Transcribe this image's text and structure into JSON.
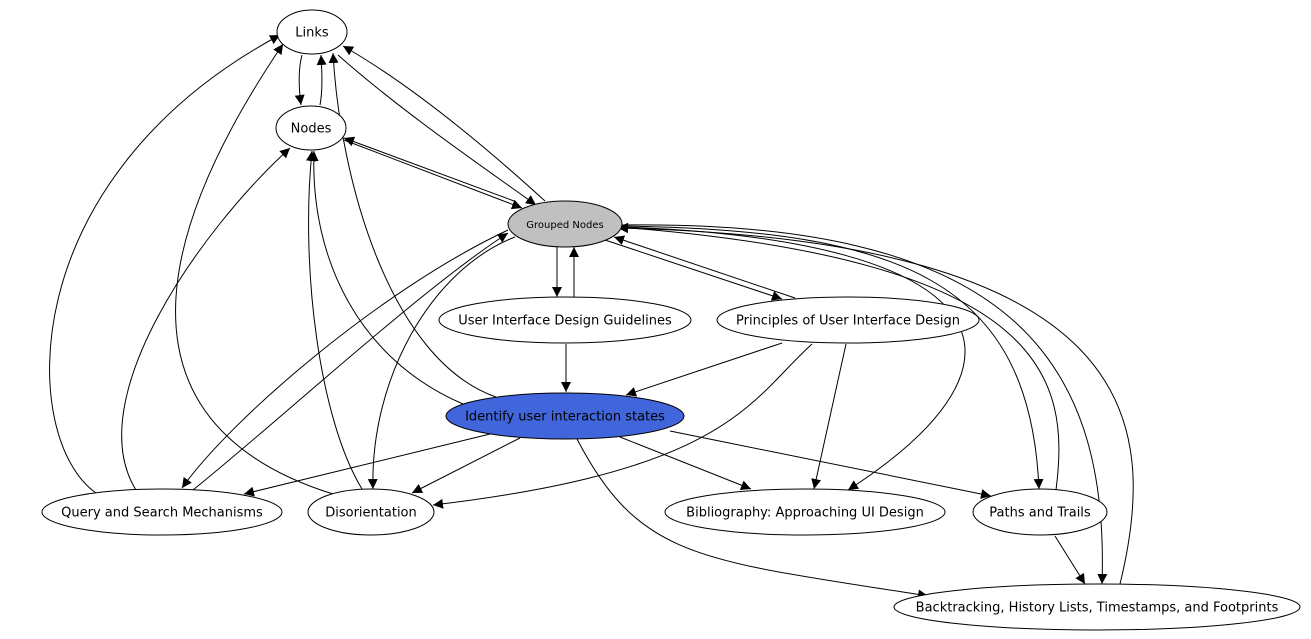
{
  "diagram": {
    "nodes": [
      {
        "id": "links",
        "label": "Links",
        "fill": "#ffffff",
        "font_size": 13
      },
      {
        "id": "nodes",
        "label": "Nodes",
        "fill": "#ffffff",
        "font_size": 13
      },
      {
        "id": "grouped",
        "label": "Grouped Nodes",
        "fill": "#c0c0c0",
        "font_size": 10
      },
      {
        "id": "uidg",
        "label": "User Interface Design Guidelines",
        "fill": "#ffffff",
        "font_size": 13
      },
      {
        "id": "puid",
        "label": "Principles of User Interface Design",
        "fill": "#ffffff",
        "font_size": 13
      },
      {
        "id": "identify",
        "label": "Identify user interaction states",
        "fill": "#4166dc",
        "font_size": 13
      },
      {
        "id": "query",
        "label": "Query and Search Mechanisms",
        "fill": "#ffffff",
        "font_size": 13
      },
      {
        "id": "disorient",
        "label": "Disorientation",
        "fill": "#ffffff",
        "font_size": 13
      },
      {
        "id": "biblio",
        "label": "Bibliography: Approaching UI Design",
        "fill": "#ffffff",
        "font_size": 13
      },
      {
        "id": "paths",
        "label": "Paths and Trails",
        "fill": "#ffffff",
        "font_size": 13
      },
      {
        "id": "backtrack",
        "label": "Backtracking, History Lists, Timestamps, and Footprints",
        "fill": "#ffffff",
        "font_size": 13
      }
    ],
    "edges": [
      [
        "links",
        "nodes"
      ],
      [
        "nodes",
        "links"
      ],
      [
        "links",
        "grouped"
      ],
      [
        "grouped",
        "links"
      ],
      [
        "nodes",
        "grouped"
      ],
      [
        "grouped",
        "nodes"
      ],
      [
        "grouped",
        "uidg"
      ],
      [
        "uidg",
        "grouped"
      ],
      [
        "grouped",
        "puid"
      ],
      [
        "puid",
        "grouped"
      ],
      [
        "grouped",
        "query"
      ],
      [
        "query",
        "grouped"
      ],
      [
        "grouped",
        "disorient"
      ],
      [
        "grouped",
        "biblio"
      ],
      [
        "grouped",
        "paths"
      ],
      [
        "paths",
        "grouped"
      ],
      [
        "grouped",
        "backtrack"
      ],
      [
        "backtrack",
        "grouped"
      ],
      [
        "identify",
        "links"
      ],
      [
        "identify",
        "nodes"
      ],
      [
        "uidg",
        "identify"
      ],
      [
        "puid",
        "identify"
      ],
      [
        "puid",
        "disorient"
      ],
      [
        "puid",
        "biblio"
      ],
      [
        "identify",
        "query"
      ],
      [
        "identify",
        "disorient"
      ],
      [
        "identify",
        "biblio"
      ],
      [
        "identify",
        "paths"
      ],
      [
        "identify",
        "backtrack"
      ],
      [
        "query",
        "links"
      ],
      [
        "query",
        "nodes"
      ],
      [
        "disorient",
        "links"
      ],
      [
        "disorient",
        "nodes"
      ],
      [
        "paths",
        "backtrack"
      ]
    ]
  }
}
